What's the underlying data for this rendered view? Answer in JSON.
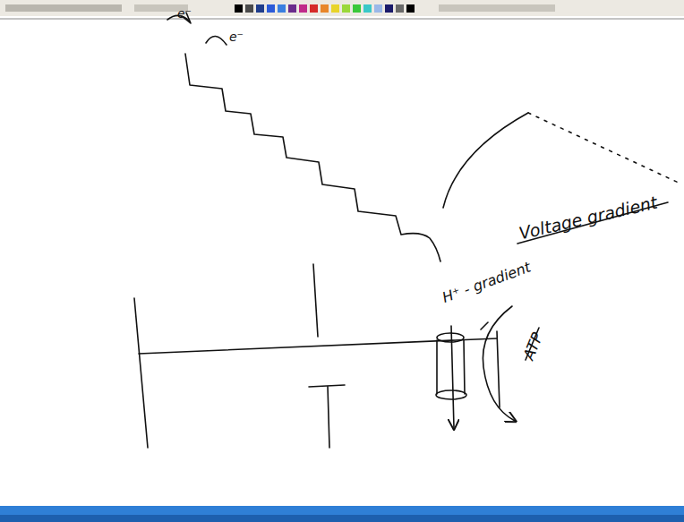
{
  "diagram": {
    "labels": [
      "e⁻",
      "e⁻",
      "Voltage gradient",
      "H⁺ - gradient",
      "ATP"
    ]
  }
}
